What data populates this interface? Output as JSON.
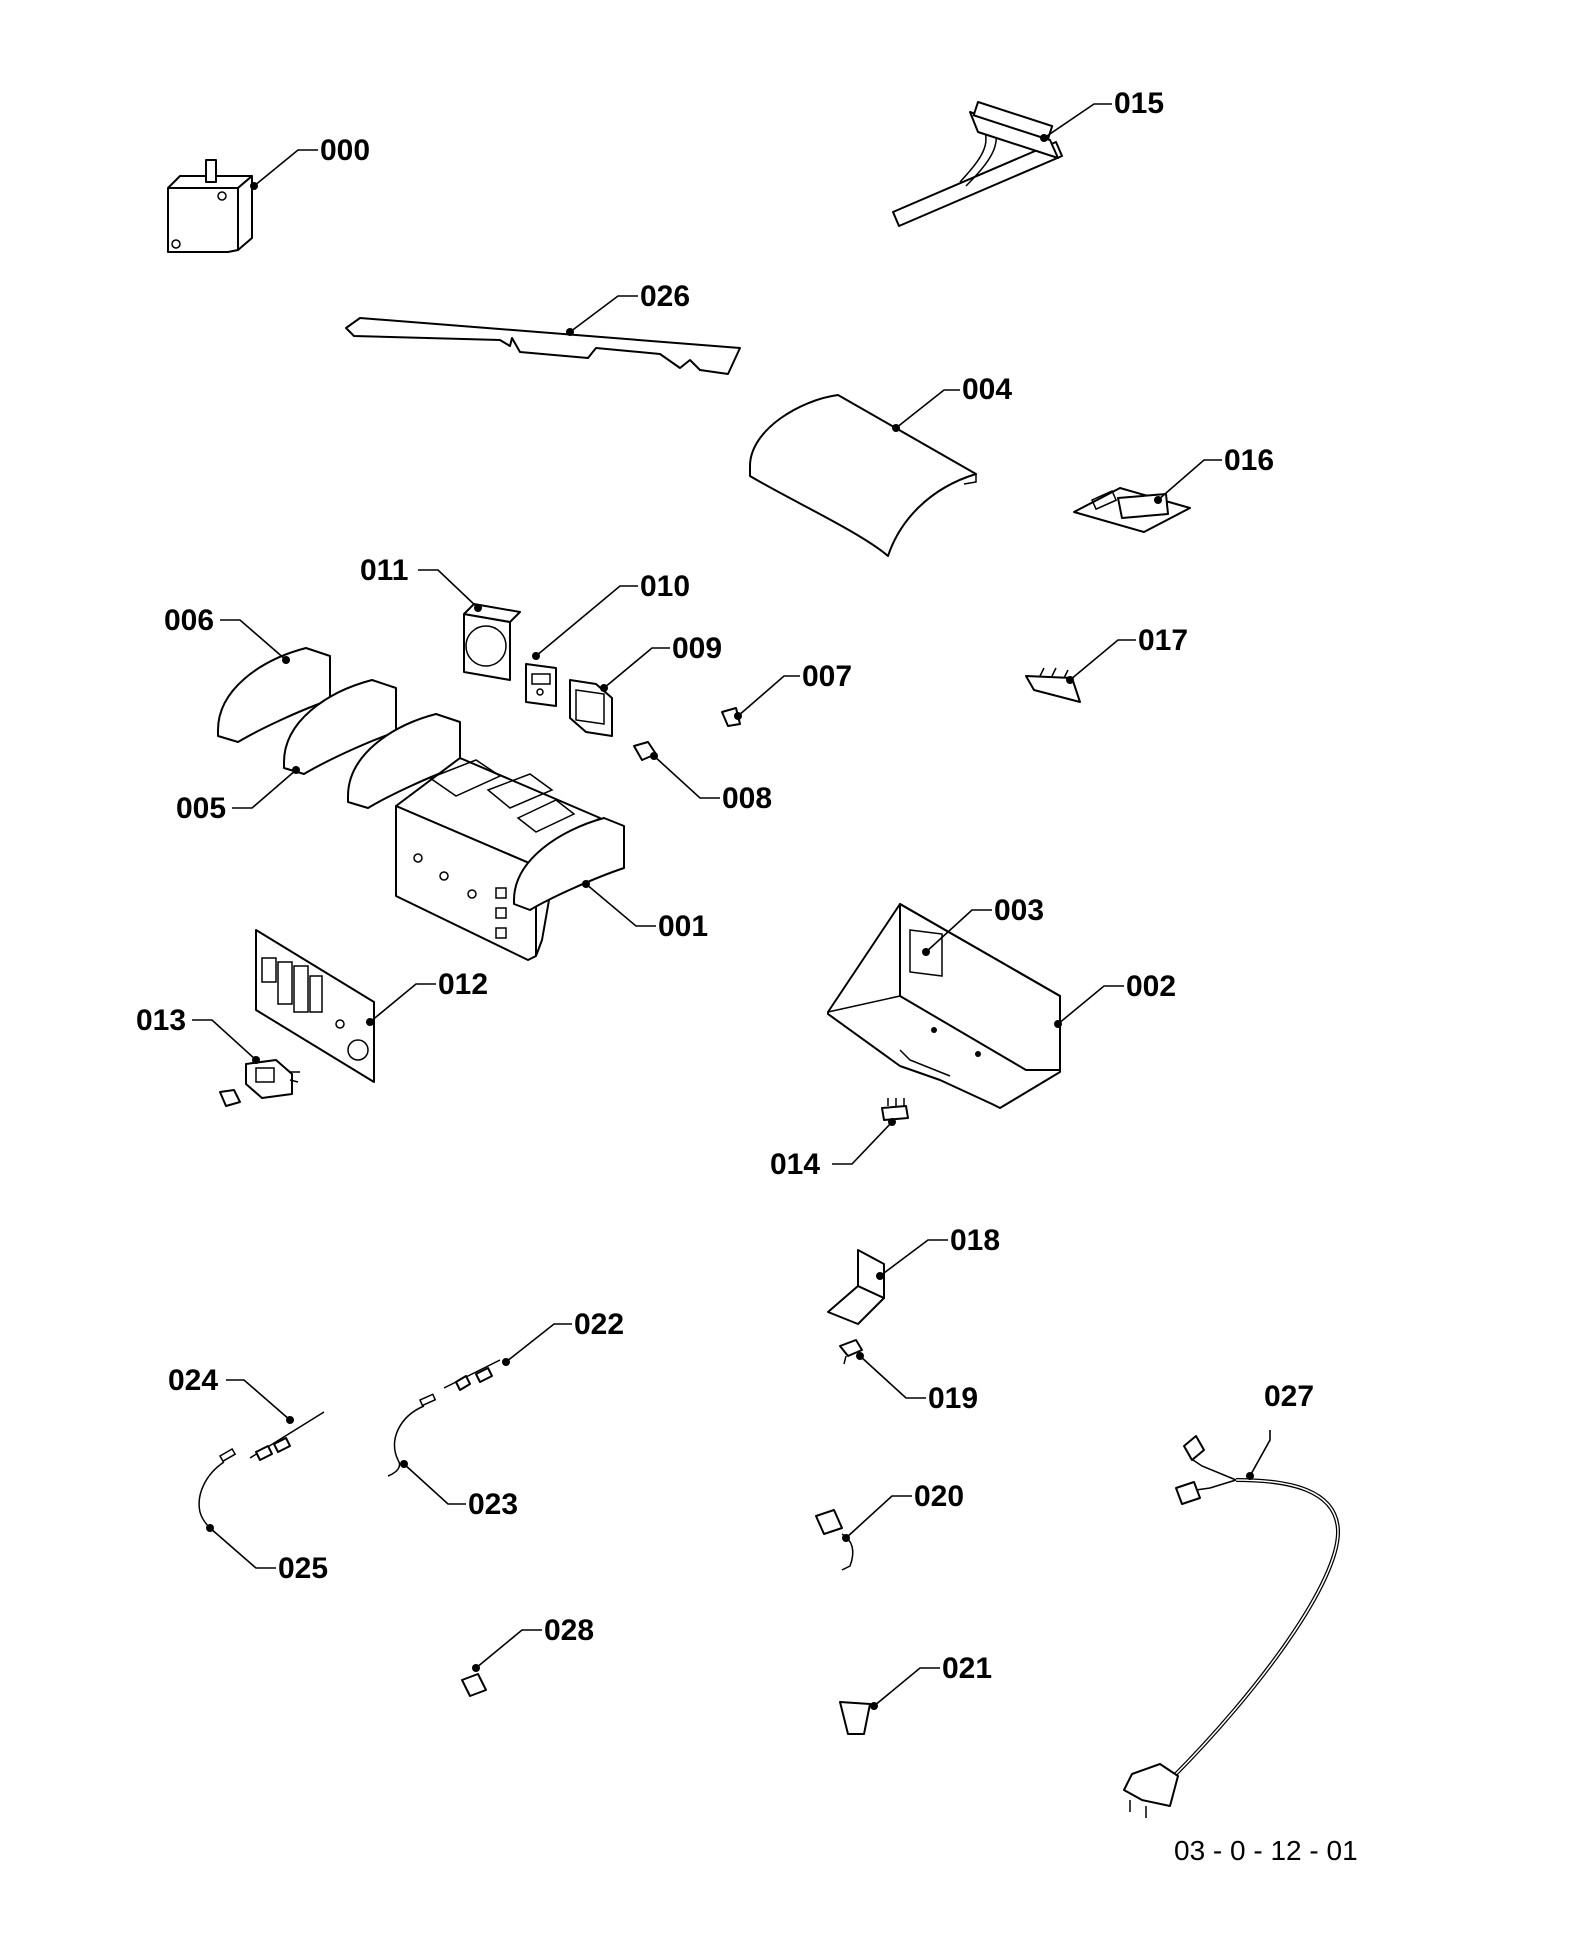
{
  "labels": {
    "p000": "000",
    "p001": "001",
    "p002": "002",
    "p003": "003",
    "p004": "004",
    "p005": "005",
    "p006": "006",
    "p007": "007",
    "p008": "008",
    "p009": "009",
    "p010": "010",
    "p011": "011",
    "p012": "012",
    "p013": "013",
    "p014": "014",
    "p015": "015",
    "p016": "016",
    "p017": "017",
    "p018": "018",
    "p019": "019",
    "p020": "020",
    "p021": "021",
    "p022": "022",
    "p023": "023",
    "p024": "024",
    "p025": "025",
    "p026": "026",
    "p027": "027",
    "p028": "028"
  },
  "drawing_number": "03 - 0 - 12 - 01"
}
